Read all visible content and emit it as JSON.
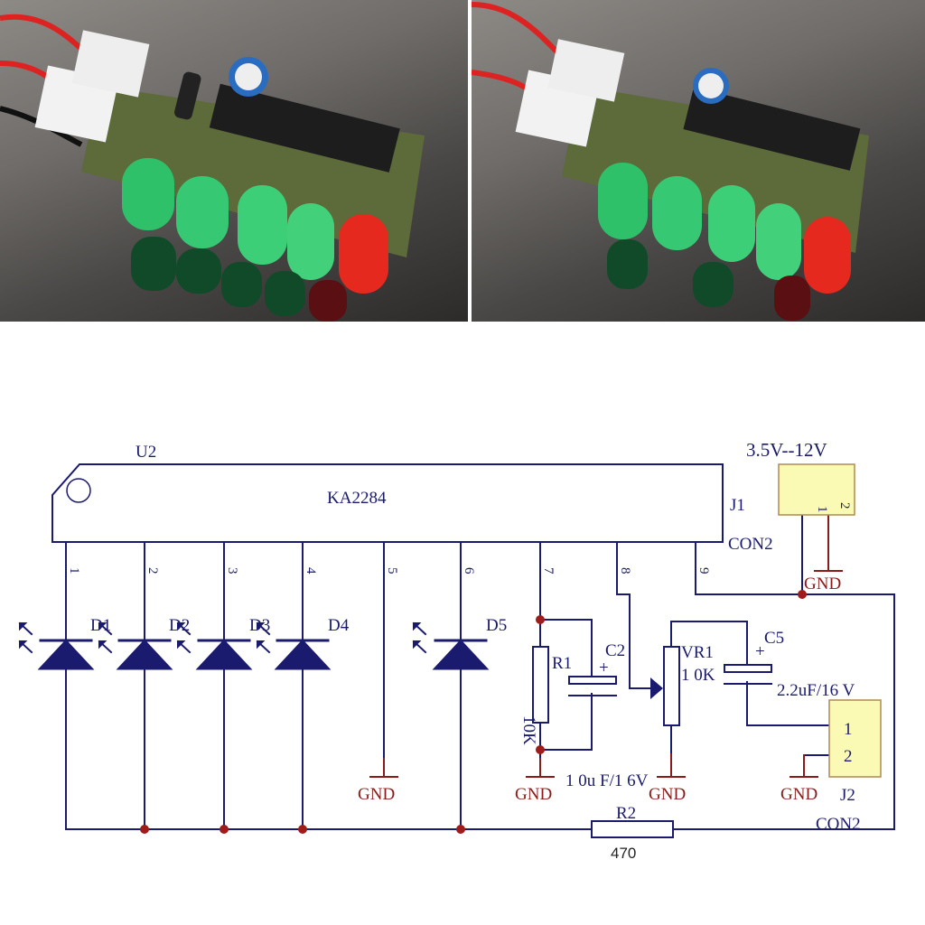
{
  "schematic": {
    "ic": {
      "ref": "U2",
      "part": "KA2284",
      "pins": [
        "1",
        "2",
        "3",
        "4",
        "5",
        "6",
        "7",
        "8",
        "9"
      ]
    },
    "diodes": [
      "D1",
      "D2",
      "D3",
      "D4",
      "D5"
    ],
    "r1": {
      "ref": "R1",
      "value": "10K"
    },
    "c2": {
      "ref": "C2",
      "value": "1 0u F/1 6V",
      "polarity": "+"
    },
    "vr1": {
      "ref": "VR1",
      "value": "1 0K"
    },
    "c5": {
      "ref": "C5",
      "value": "2.2uF/16 V",
      "polarity": "+"
    },
    "r2": {
      "ref": "R2",
      "value": "470"
    },
    "j1": {
      "ref": "J1",
      "type": "CON2",
      "voltage": "3.5V--12V",
      "pin1": "1",
      "pin2": "2"
    },
    "j2": {
      "ref": "J2",
      "type": "CON2",
      "pin1": "1",
      "pin2": "2"
    },
    "gnd_label": "GND",
    "colors": {
      "wire": "#1a1a6e",
      "ground": "#8b1a1a",
      "connector": "#fafab4",
      "junction": "#a01c1c"
    }
  }
}
